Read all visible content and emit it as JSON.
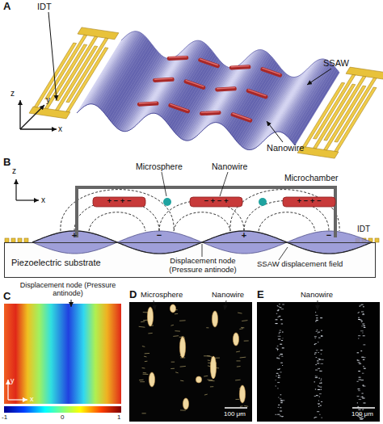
{
  "diagram": {
    "nodes": [
      {
        "text": [
          "Piezoelectric substrate"
        ]
      }
    ],
    "labels": [
      "A",
      "IDT",
      "SSAW",
      "Nanowire",
      "z",
      "y",
      "x",
      "B",
      "Microsphere",
      "Nanowire",
      "Microchamber",
      "IDT",
      "+ − + −",
      "− + − +",
      "+ − + −",
      "+",
      "−",
      "+",
      "−",
      "Displacement node (Pressure antinode)",
      "SSAW displacement field",
      "z",
      "x",
      "C",
      "Displacement node (Pressure antinode)",
      "y",
      "x",
      "-1",
      "0",
      "1",
      "D",
      "Microsphere",
      "Nanowire",
      "100 μm",
      "E",
      "Nanowire",
      "100 μm"
    ]
  }
}
